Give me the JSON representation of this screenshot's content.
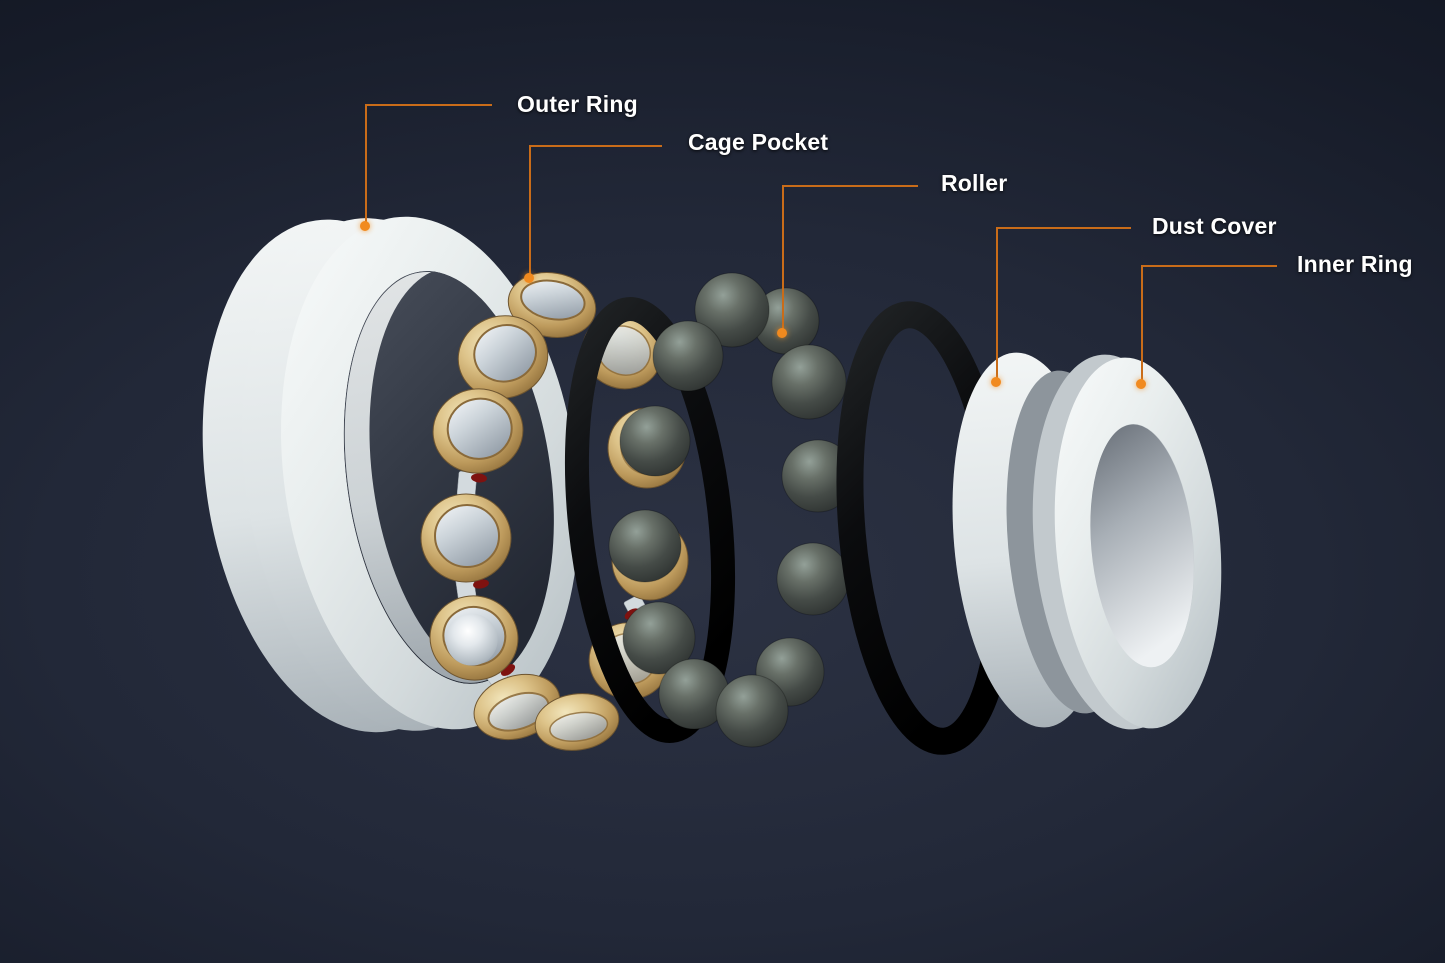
{
  "labels": {
    "outer_ring": "Outer Ring",
    "cage_pocket": "Cage Pocket",
    "roller": "Roller",
    "dust_cover": "Dust Cover",
    "inner_ring": "Inner Ring"
  },
  "colors": {
    "label_text": "#ffffff",
    "leader_line": "#c96c19",
    "leader_dot": "#f18a1f",
    "background_center": "#2c3243",
    "background_edge": "#0e121d",
    "ring_metal_light": "#f4f6f6",
    "ring_metal_dark": "#aab3b8",
    "cage_gold": "#ddc389",
    "pocket_silver": "#ccd4da",
    "roller_gray": "#474d48",
    "dust_cover_black": "#0a0a0c",
    "rivet_red": "#7e1210"
  }
}
